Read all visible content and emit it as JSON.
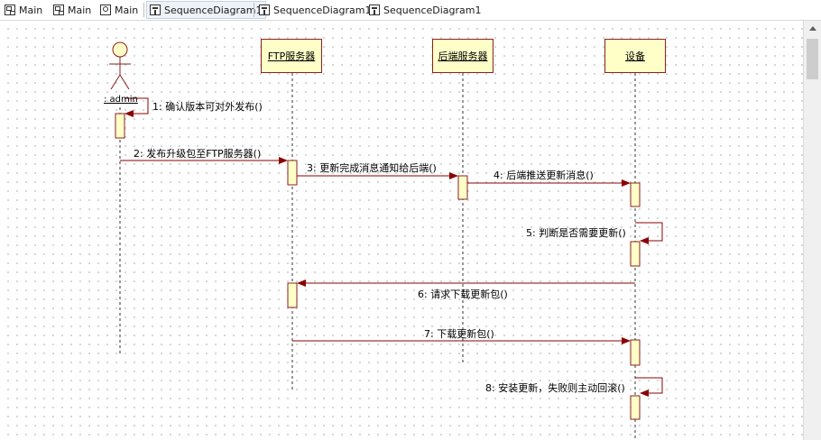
{
  "tabs": [
    {
      "label": "Main",
      "icon": "class-diagram-icon",
      "active": false
    },
    {
      "label": "Main",
      "icon": "class-diagram-icon",
      "active": false
    },
    {
      "label": "Main",
      "icon": "use-case-diagram-icon",
      "active": false
    },
    {
      "label": "SequenceDiagram1",
      "icon": "sequence-diagram-icon",
      "active": true
    },
    {
      "label": "SequenceDiagram1",
      "icon": "sequence-diagram-icon",
      "active": false
    },
    {
      "label": "SequenceDiagram1",
      "icon": "sequence-diagram-icon",
      "active": false
    }
  ],
  "diagram": {
    "actor": {
      "label": ": admin"
    },
    "objects": [
      {
        "label": "FTP服务器"
      },
      {
        "label": "后端服务器"
      },
      {
        "label": "设备"
      }
    ],
    "messages": [
      {
        "label": "1: 确认版本可对外发布()"
      },
      {
        "label": "2: 发布升级包至FTP服务器()"
      },
      {
        "label": "3: 更新完成消息通知给后端()"
      },
      {
        "label": "4: 后端推送更新消息()"
      },
      {
        "label": "5: 判断是否需要更新()"
      },
      {
        "label": "6: 请求下载更新包()"
      },
      {
        "label": "7: 下载更新包()"
      },
      {
        "label": "8: 安装更新，失败则主动回滚()"
      }
    ]
  },
  "colors": {
    "message_line": "#8b0000",
    "box_fill": "#ffffc8",
    "box_border": "#8b2020",
    "lifeline": "#333333"
  }
}
